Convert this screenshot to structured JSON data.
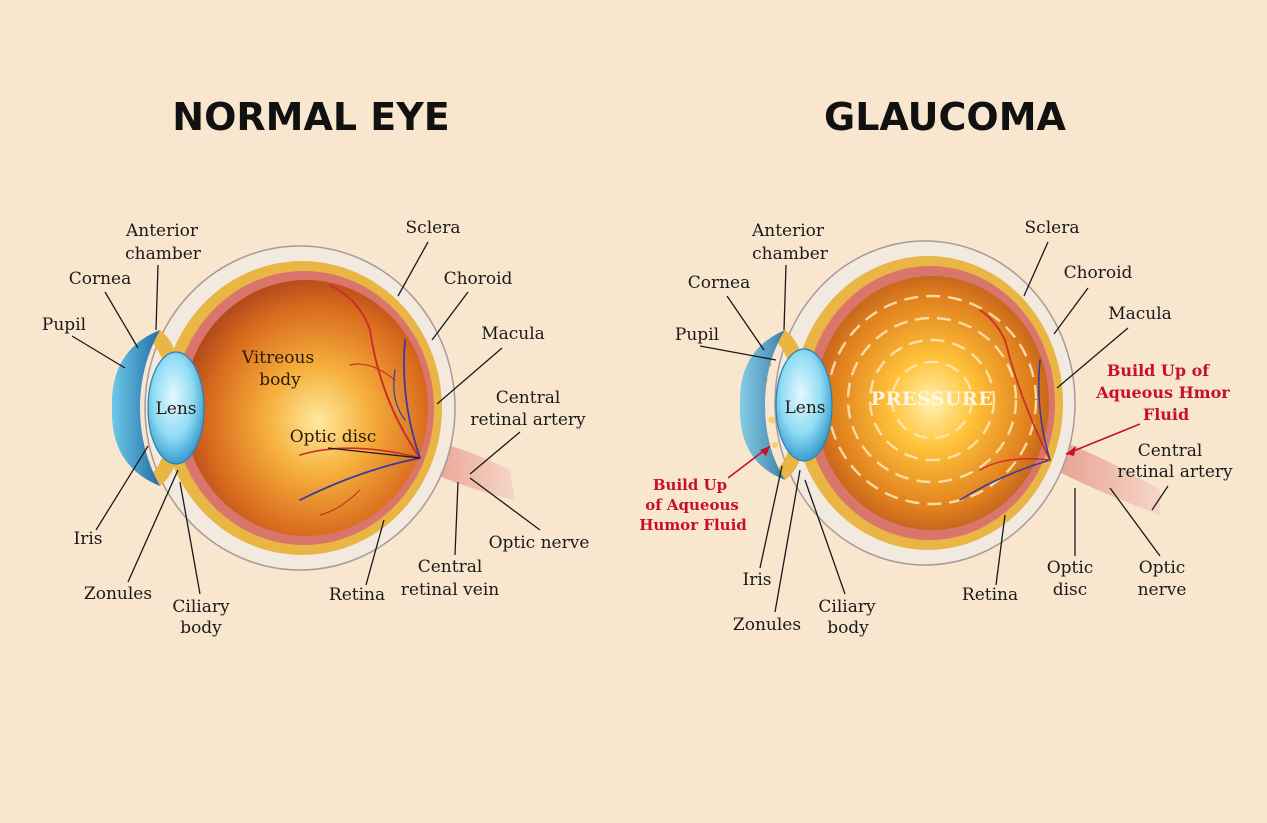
{
  "normal": {
    "title": "NORMAL EYE",
    "labels": {
      "anterior_chamber_1": "Anterior",
      "anterior_chamber_2": "chamber",
      "cornea": "Cornea",
      "pupil": "Pupil",
      "lens": "Lens",
      "vitreous_1": "Vitreous",
      "vitreous_2": "body",
      "optic_disc": "Optic disc",
      "sclera": "Sclera",
      "choroid": "Choroid",
      "macula": "Macula",
      "central_artery_1": "Central",
      "central_artery_2": "retinal artery",
      "optic_nerve": "Optic nerve",
      "central_vein_1": "Central",
      "central_vein_2": "retinal vein",
      "retina": "Retina",
      "ciliary_1": "Ciliary",
      "ciliary_2": "body",
      "zonules": "Zonules",
      "iris": "Iris"
    }
  },
  "glaucoma": {
    "title": "GLAUCOMA",
    "pressure": "PRESSURE",
    "labels": {
      "anterior_chamber_1": "Anterior",
      "anterior_chamber_2": "chamber",
      "cornea": "Cornea",
      "pupil": "Pupil",
      "lens": "Lens",
      "sclera": "Sclera",
      "choroid": "Choroid",
      "macula": "Macula",
      "buildup_right_1": "Build Up of",
      "buildup_right_2": "Aqueous Hmor",
      "buildup_right_3": "Fluid",
      "central_artery_1": "Central",
      "central_artery_2": "retinal artery",
      "optic_nerve_1": "Optic",
      "optic_nerve_2": "nerve",
      "optic_disc_1": "Optic",
      "optic_disc_2": "disc",
      "retina": "Retina",
      "ciliary_1": "Ciliary",
      "ciliary_2": "body",
      "zonules": "Zonules",
      "iris": "Iris",
      "buildup_left_1": "Build Up",
      "buildup_left_2": "of Aqueous",
      "buildup_left_3": "Humor Fluid"
    }
  },
  "colors": {
    "background": "#f9e6cf",
    "sclera": "#f3eadf",
    "choroid": "#e9b545",
    "retina": "#d9756a",
    "vitreous_center": "#ffd980",
    "vitreous_edge": "#c45a1a",
    "lens": "#7fd3f0",
    "cornea": "#3a9ccf",
    "vessel_red": "#c8302a",
    "vessel_blue": "#3a3aa0",
    "alert_red": "#c8102e"
  }
}
